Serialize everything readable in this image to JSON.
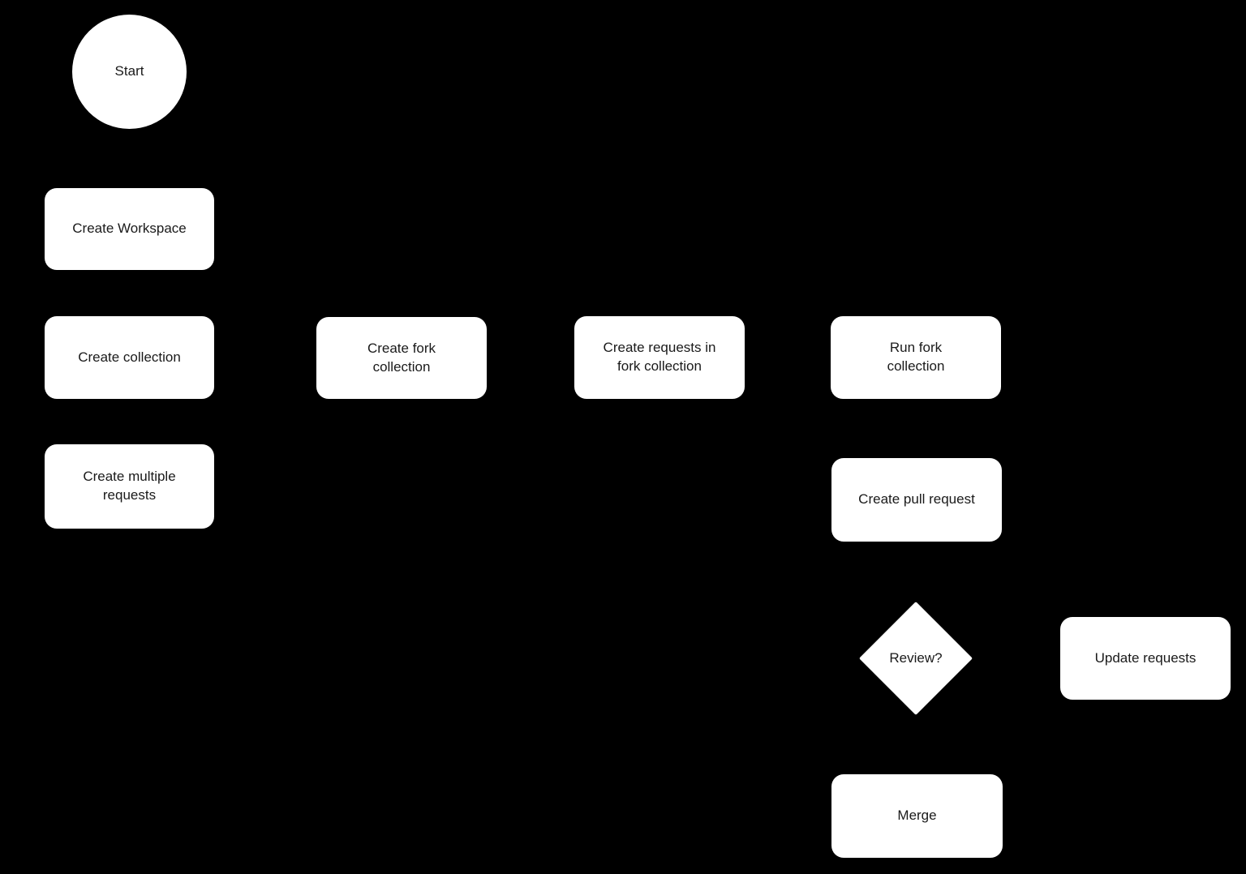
{
  "diagram": {
    "background_color": "#000000",
    "node_fill_color": "#ffffff",
    "node_text_color": "#1a1a1a",
    "nodes": [
      {
        "id": "start",
        "shape": "circle",
        "label": "Start"
      },
      {
        "id": "create-workspace",
        "shape": "process",
        "label": "Create Workspace"
      },
      {
        "id": "create-collection",
        "shape": "process",
        "label": "Create collection"
      },
      {
        "id": "create-multiple-requests",
        "shape": "process",
        "label": "Create multiple\nrequests"
      },
      {
        "id": "create-fork-collection",
        "shape": "process",
        "label": "Create fork\ncollection"
      },
      {
        "id": "create-requests-in-fork-collection",
        "shape": "process",
        "label": "Create requests in\nfork collection"
      },
      {
        "id": "run-fork-collection",
        "shape": "process",
        "label": "Run fork\ncollection"
      },
      {
        "id": "create-pull-request",
        "shape": "process",
        "label": "Create pull request"
      },
      {
        "id": "review",
        "shape": "decision",
        "label": "Review?"
      },
      {
        "id": "update-requests",
        "shape": "process",
        "label": "Update requests"
      },
      {
        "id": "merge",
        "shape": "process",
        "label": "Merge"
      }
    ]
  }
}
